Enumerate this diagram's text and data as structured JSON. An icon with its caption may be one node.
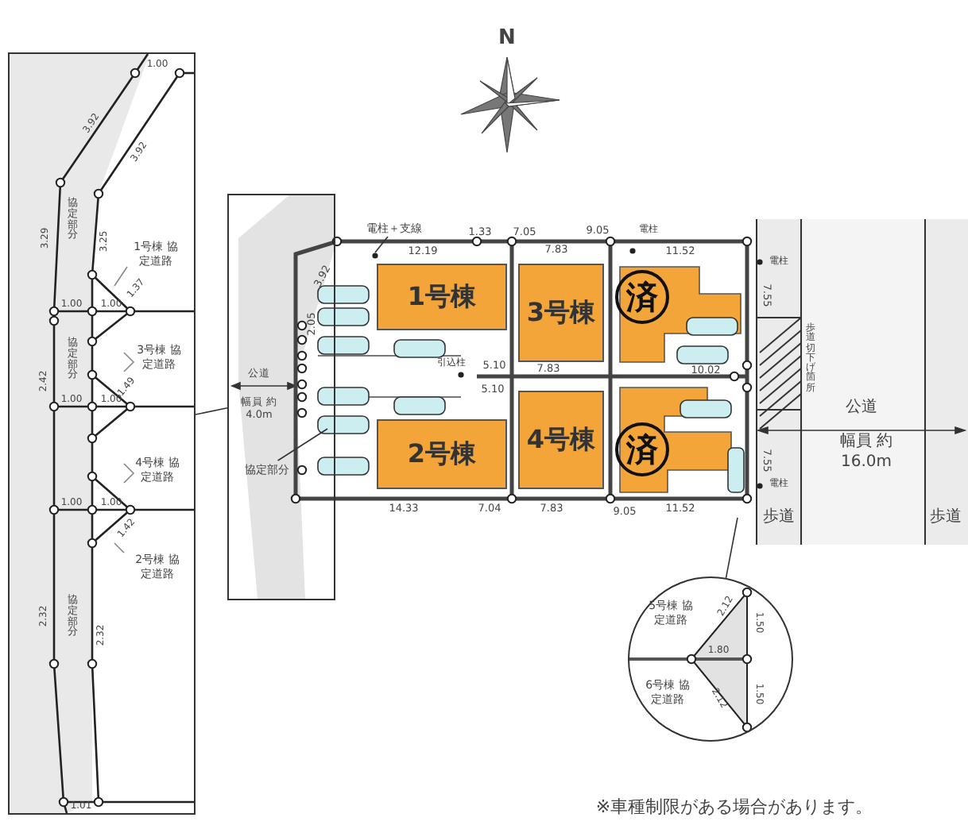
{
  "diagram": {
    "nodes": [
      {
        "text": [
          "1号棟"
        ]
      },
      {
        "text": [
          "3号棟"
        ]
      },
      {
        "text": [
          "済"
        ]
      },
      {
        "text": [
          "2号棟"
        ]
      },
      {
        "text": [
          "4号棟"
        ]
      },
      {
        "text": [
          "済"
        ]
      },
      {
        "text": [],
        "shape": "box"
      },
      {
        "text": [
          "公道",
          "幅員 約4.0m"
        ]
      },
      {
        "text": [],
        "shape": "circle"
      },
      {
        "text": [
          "協定部分"
        ],
        "in": 7
      },
      {
        "text": [
          "電柱＋支線"
        ]
      }
    ],
    "edges": [
      {
        "from": 6,
        "to": 7,
        "arrow": "none"
      },
      {
        "from": 8,
        "to": null,
        "arrow": "none"
      },
      {
        "from": 9,
        "to": null,
        "arrow": "none"
      },
      {
        "from": 10,
        "to": null,
        "arrow": "none"
      }
    ],
    "labels": [
      "N",
      "1.00",
      "3.92",
      "3.92",
      "3.29",
      "協定部分",
      "3.25",
      "1号棟 協定道路",
      "1.00",
      "1.00",
      "1.37",
      "3号棟 協定道路",
      "2.42",
      "協定部分",
      "1.00",
      "1.00",
      "1.49",
      "4号棟 協定道路",
      "1.00",
      "1.00",
      "1.42",
      "2号棟 協定道路",
      "協定部分",
      "2.32",
      "2.32",
      "1.01",
      "12.19",
      "1.33",
      "7.05",
      "7.83",
      "9.05",
      "電柱",
      "11.52",
      "電柱",
      "7.55",
      "3.92",
      "2.05",
      "引込柱",
      "5.10",
      "7.83",
      "5.10",
      "10.02",
      "14.33",
      "7.04",
      "7.83",
      "9.05",
      "11.52",
      "7.55",
      "電柱",
      "歩道切下げ箇所",
      "公道",
      "幅員 約16.0m",
      "歩道",
      "歩道",
      "5号棟 協定道路",
      "2.12",
      "1.50",
      "1.80",
      "6号棟 協定道路",
      "2.12",
      "1.50",
      "※車種制限がある場合があります。"
    ]
  }
}
